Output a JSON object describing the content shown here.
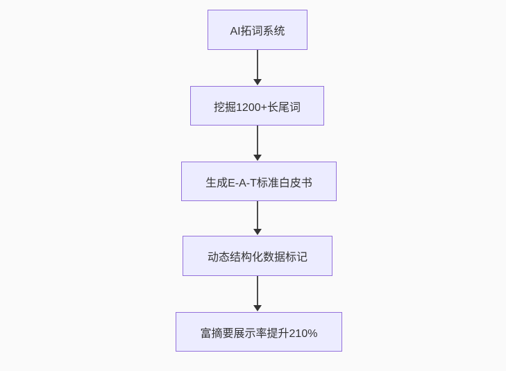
{
  "diagram": {
    "type": "flowchart",
    "direction": "top-down",
    "nodes": [
      {
        "id": "n1",
        "label": "AI拓词系统"
      },
      {
        "id": "n2",
        "label": "挖掘1200+长尾词"
      },
      {
        "id": "n3",
        "label": "生成E-A-T标准白皮书"
      },
      {
        "id": "n4",
        "label": "动态结构化数据标记"
      },
      {
        "id": "n5",
        "label": "富摘要展示率提升210%"
      }
    ],
    "edges": [
      {
        "from": "n1",
        "to": "n2",
        "arrow": "down"
      },
      {
        "from": "n2",
        "to": "n3",
        "arrow": "down"
      },
      {
        "from": "n3",
        "to": "n4",
        "arrow": "down"
      },
      {
        "from": "n4",
        "to": "n5",
        "arrow": "down"
      }
    ]
  },
  "colors": {
    "background": "#fafafa",
    "node_fill": "#ECECFF",
    "node_border": "#9370DB",
    "edge_line": "#4b4b4b",
    "edge_head": "#333333",
    "text": "#333333"
  }
}
